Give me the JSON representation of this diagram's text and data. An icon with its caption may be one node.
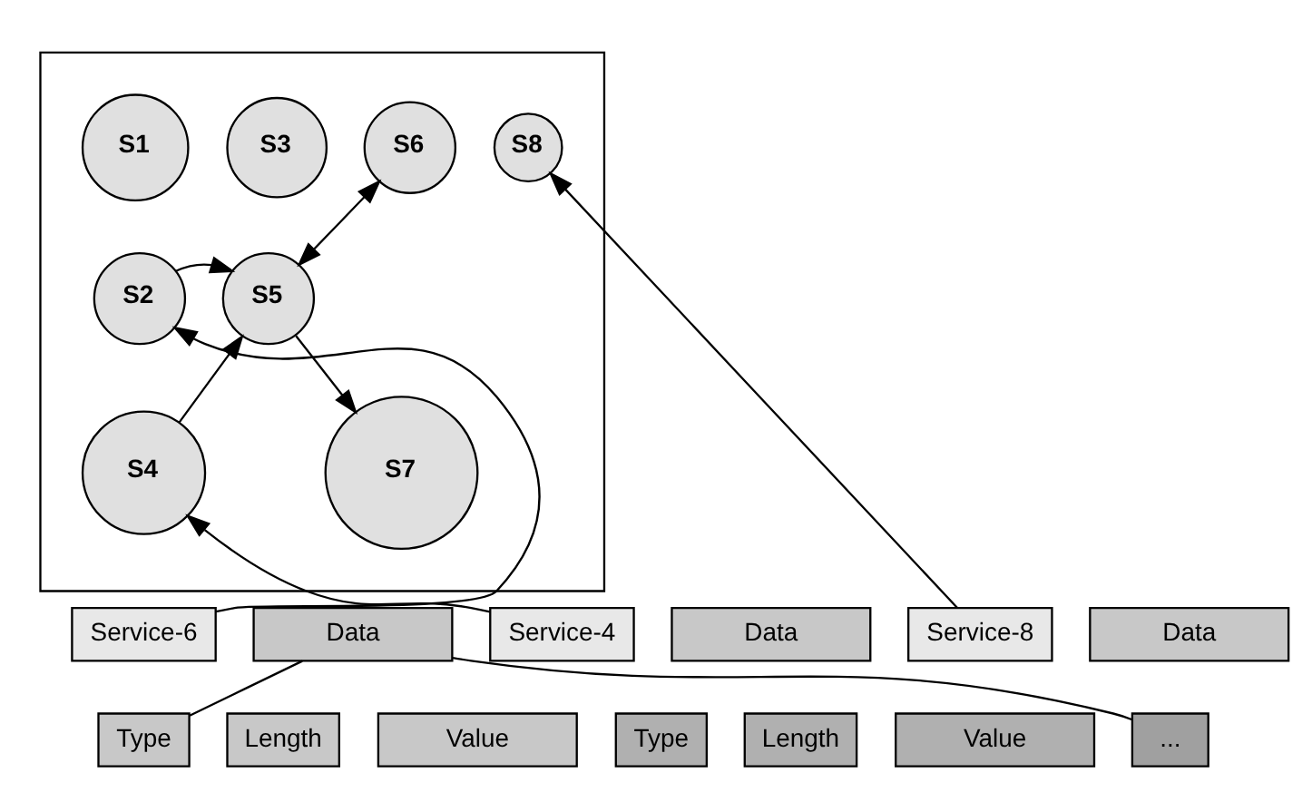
{
  "diagram": {
    "nodes": [
      {
        "text": [],
        "shape": "box"
      },
      {
        "text": [
          "S1"
        ],
        "in": 0
      },
      {
        "text": [
          "S2"
        ],
        "in": 0
      },
      {
        "text": [
          "S3"
        ],
        "in": 0
      },
      {
        "text": [
          "S4"
        ],
        "in": 0
      },
      {
        "text": [
          "S5"
        ],
        "in": 0
      },
      {
        "text": [
          "S6"
        ],
        "in": 0
      },
      {
        "text": [
          "S7"
        ],
        "in": 0
      },
      {
        "text": [
          "S8"
        ],
        "in": 0
      },
      {
        "text": [
          "Service-6"
        ]
      },
      {
        "text": [
          "Data"
        ]
      },
      {
        "text": [
          "Service-4"
        ]
      },
      {
        "text": [
          "Data"
        ]
      },
      {
        "text": [
          "Service-8"
        ]
      },
      {
        "text": [
          "Data"
        ]
      },
      {
        "text": [
          "Type"
        ]
      },
      {
        "text": [
          "Length"
        ]
      },
      {
        "text": [
          "Value"
        ]
      },
      {
        "text": [
          "Type"
        ]
      },
      {
        "text": [
          "Length"
        ]
      },
      {
        "text": [
          "Value"
        ]
      },
      {
        "text": [
          "..."
        ]
      }
    ],
    "edges": [
      {
        "from": 9,
        "to": 2,
        "arrow": "to"
      },
      {
        "from": 2,
        "to": 5,
        "arrow": "to"
      },
      {
        "from": 4,
        "to": 5,
        "arrow": "to"
      },
      {
        "from": 5,
        "to": 6,
        "arrow": "both"
      },
      {
        "from": 5,
        "to": 7,
        "arrow": "to"
      },
      {
        "from": 11,
        "to": 4,
        "arrow": "to"
      },
      {
        "from": 13,
        "to": 8,
        "arrow": "to"
      },
      {
        "from": 10,
        "to": 15,
        "arrow": "none"
      },
      {
        "from": 10,
        "to": 21,
        "arrow": "none"
      }
    ]
  }
}
